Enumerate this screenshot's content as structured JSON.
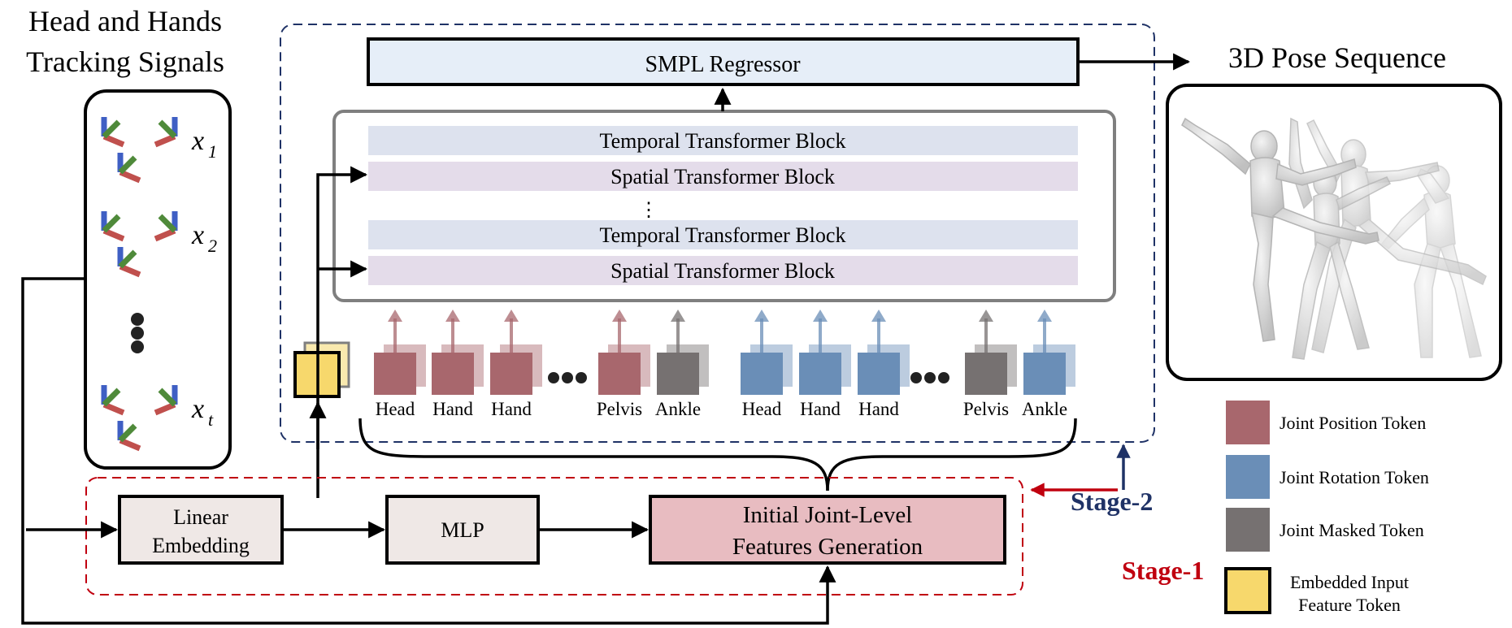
{
  "input": {
    "title_line1": "Head and Hands",
    "title_line2": "Tracking Signals",
    "frames": [
      {
        "label": "x",
        "subscript": "1"
      },
      {
        "label": "x",
        "subscript": "2"
      },
      {
        "label": "x",
        "subscript": "t"
      }
    ]
  },
  "regressor_label": "SMPL Regressor",
  "output_title": "3D Pose Sequence",
  "transformer_stack": [
    {
      "label": "Temporal Transformer Block",
      "kind": "temporal"
    },
    {
      "label": "Spatial Transformer Block",
      "kind": "spatial"
    },
    {
      "label": "⋮",
      "kind": "ellipsis"
    },
    {
      "label": "Temporal Transformer Block",
      "kind": "temporal"
    },
    {
      "label": "Spatial Transformer Block",
      "kind": "spatial"
    }
  ],
  "position_tokens": [
    {
      "label": "Head",
      "type": "position"
    },
    {
      "label": "Hand",
      "type": "position"
    },
    {
      "label": "Hand",
      "type": "position"
    },
    {
      "label": "Pelvis",
      "type": "position"
    },
    {
      "label": "Ankle",
      "type": "masked"
    }
  ],
  "rotation_tokens": [
    {
      "label": "Head",
      "type": "rotation"
    },
    {
      "label": "Hand",
      "type": "rotation"
    },
    {
      "label": "Hand",
      "type": "rotation"
    },
    {
      "label": "Pelvis",
      "type": "masked"
    },
    {
      "label": "Ankle",
      "type": "rotation"
    }
  ],
  "stage1": {
    "linear_embedding_line1": "Linear",
    "linear_embedding_line2": "Embedding",
    "mlp": "MLP",
    "initial_features_line1": "Initial Joint-Level",
    "initial_features_line2": "Features Generation",
    "label": "Stage-1"
  },
  "stage2": {
    "label": "Stage-2"
  },
  "legend": [
    {
      "label": "Joint Position Token",
      "color": "#a8676d"
    },
    {
      "label": "Joint Rotation Token",
      "color": "#6a8eb7"
    },
    {
      "label": "Joint Masked Token",
      "color": "#767171"
    },
    {
      "label_line1": "Embedded Input",
      "label_line2": "Feature Token",
      "color": "#f7d86c"
    }
  ],
  "colors": {
    "position": "#a8676d",
    "position_light": "#d5b0b4",
    "rotation": "#6a8eb7",
    "rotation_light": "#b7c9df",
    "masked": "#767171",
    "masked_light": "#bbb8b8",
    "embedded": "#f7d86c",
    "embedded_light": "#f9e9ae",
    "stage1": "#c0000f",
    "stage2": "#1f3266",
    "temporal_fill": "#dde2ee",
    "spatial_fill": "#e4dcea",
    "regressor_fill": "#e6eef8",
    "box_fill": "#efe8e6",
    "features_fill": "#e8bcc1",
    "axis_x": "#c0504d",
    "axis_y": "#4f8a3a",
    "axis_z": "#3f5fc4"
  }
}
